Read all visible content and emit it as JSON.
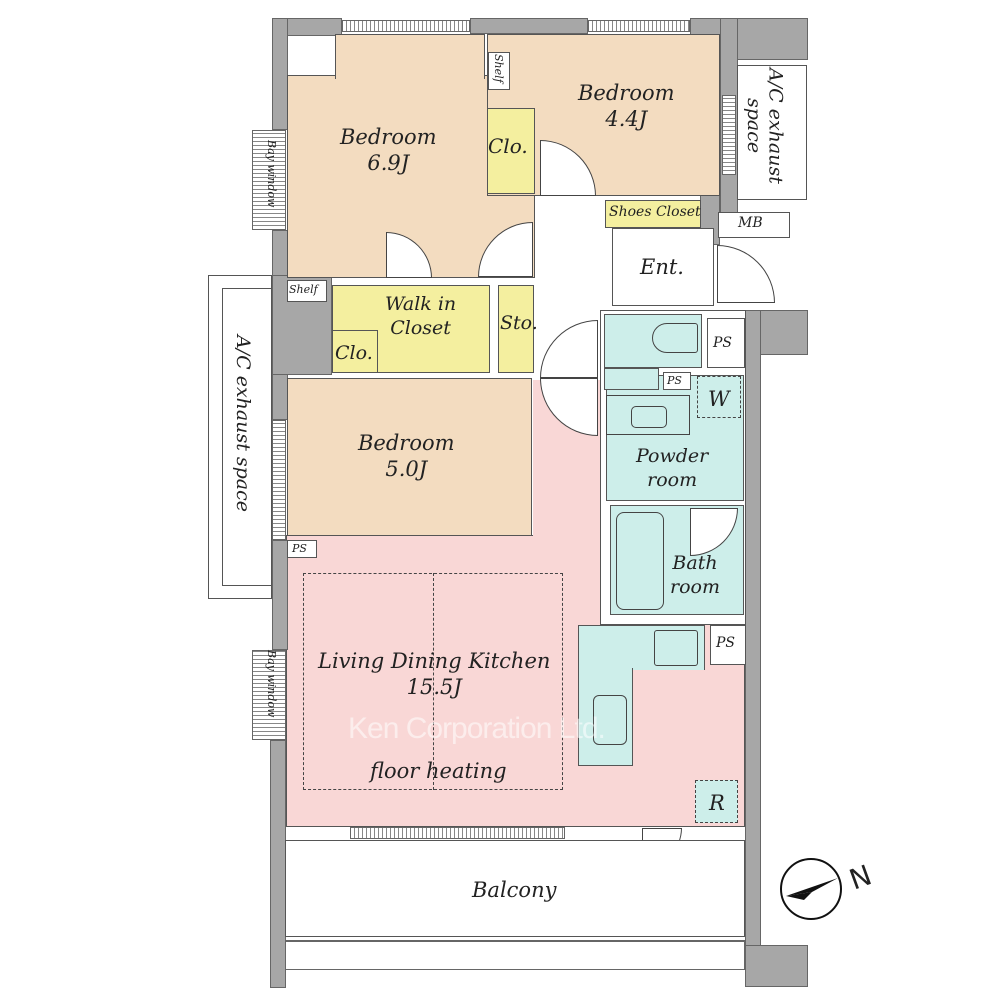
{
  "rooms": {
    "bedroom_a": {
      "name": "Bedroom",
      "size": "6.9J"
    },
    "bedroom_b": {
      "name": "Bedroom",
      "size": "4.4J"
    },
    "bedroom_c": {
      "name": "Bedroom",
      "size": "5.0J"
    },
    "ldk": {
      "name": "Living Dining Kitchen",
      "size": "15.5J",
      "note": "floor heating"
    },
    "balcony": "Balcony",
    "entrance": "Ent.",
    "powder_room": {
      "line1": "Powder",
      "line2": "room"
    },
    "bath_room": {
      "line1": "Bath",
      "line2": "room"
    },
    "walk_in_closet": {
      "line1": "Walk in",
      "line2": "Closet"
    },
    "closet": "Clo.",
    "storage": "Sto.",
    "shoes_closet": "Shoes Closet",
    "shelf": "Shelf",
    "mb": "MB",
    "ps": "PS",
    "washer": "W",
    "refrigerator": "R",
    "bay_window": "Bay window",
    "ac_exhaust_space": "A/C exhaust space",
    "ac_exhaust_top": {
      "line1": "A/C exhaust",
      "line2": "space"
    }
  },
  "watermark": "Ken Corporation Ltd.",
  "compass": {
    "label": "N"
  },
  "colors": {
    "bedroom": "#f3dcc0",
    "closet": "#f4ef9f",
    "wet": "#cdeeea",
    "ldk": "#f9d7d6",
    "wall": "#a7a7a7"
  }
}
